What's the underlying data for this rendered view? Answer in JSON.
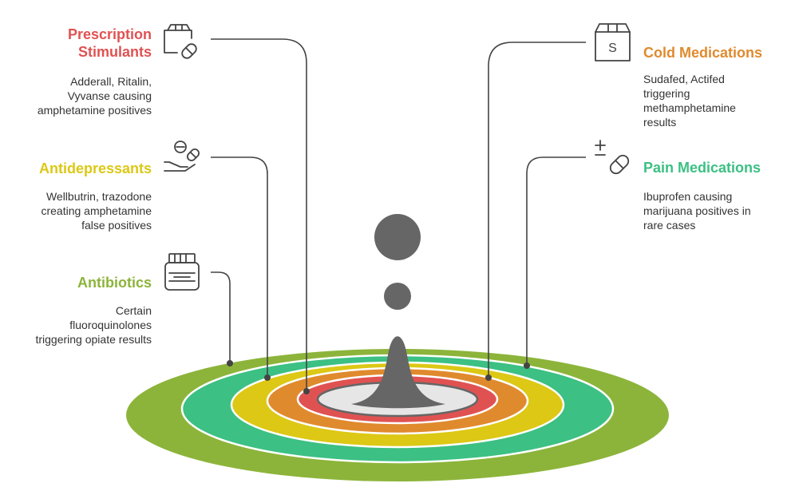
{
  "items": {
    "prescription": {
      "title_line1": "Prescription",
      "title_line2": "Stimulants",
      "desc": [
        "Adderall, Ritalin,",
        "Vyvanse causing",
        "amphetamine positives"
      ],
      "color": "#E05252",
      "icon": "medicine-box-pill-icon"
    },
    "antidepressants": {
      "title": "Antidepressants",
      "desc": [
        "Wellbutrin, trazodone",
        "creating amphetamine",
        "false positives"
      ],
      "color": "#DCC815",
      "icon": "hand-pills-icon"
    },
    "antibiotics": {
      "title": "Antibiotics",
      "desc": [
        "Certain",
        "fluoroquinolones",
        "triggering opiate results"
      ],
      "color": "#8CB43A",
      "icon": "pill-bottle-icon"
    },
    "cold": {
      "title": "Cold Medications",
      "desc": [
        "Sudafed, Actifed",
        "triggering",
        "methamphetamine",
        "results"
      ],
      "color": "#E08A2E",
      "icon": "medicine-box-s-icon"
    },
    "pain": {
      "title": "Pain Medications",
      "desc": [
        "Ibuprofen causing",
        "marijuana positives in",
        "rare cases"
      ],
      "color": "#3CC083",
      "icon": "plus-minus-pill-icon"
    }
  },
  "colors": {
    "ring_outer": "#8CB43A",
    "ring_green": "#3CC083",
    "ring_yellow": "#DCC815",
    "ring_orange": "#E08A2E",
    "ring_red": "#E05252",
    "drop": "#666666",
    "line": "#444444"
  }
}
